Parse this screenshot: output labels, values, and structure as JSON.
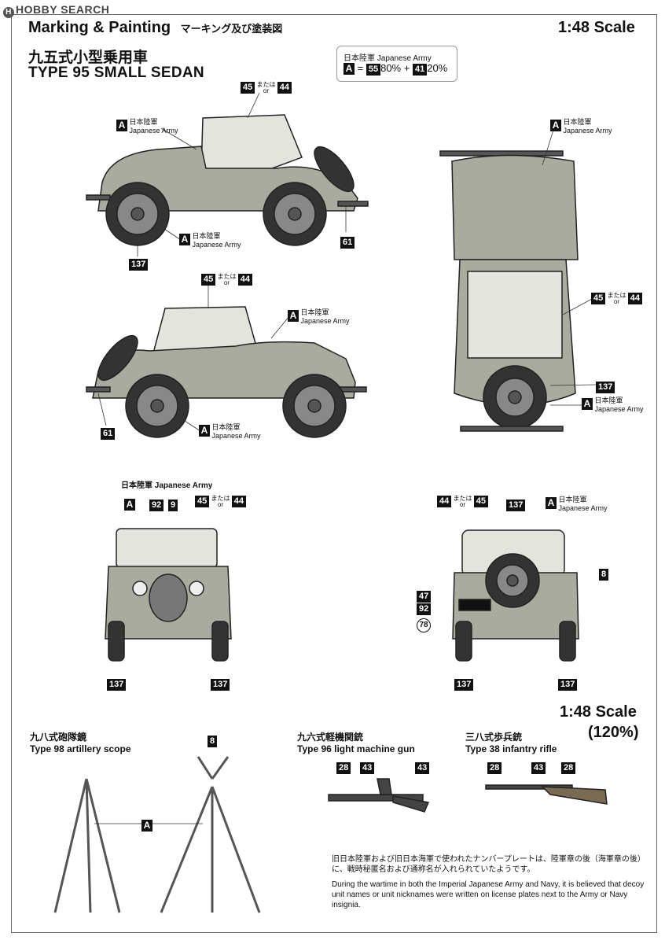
{
  "watermark": "HOBBY SEARCH",
  "header": {
    "title": "Marking & Painting",
    "title_jp": "マーキング及び塗装図",
    "scale": "1:48 Scale"
  },
  "vehicle": {
    "name_jp": "九五式小型乗用車",
    "name_en": "TYPE 95 SMALL SEDAN"
  },
  "legend": {
    "title": "日本陸軍 Japanese Army",
    "letter": "A",
    "eq": "=",
    "c1": "55",
    "p1": "80%",
    "plus": "+",
    "c2": "41",
    "p2": "20%"
  },
  "callouts": {
    "army_jp": "日本陸軍",
    "army_en": "Japanese Army",
    "army_full": "日本陸軍 Japanese Army",
    "or_jp": "または",
    "or_en": "or",
    "A": "A"
  },
  "decal_numbers": {
    "n45": "45",
    "n44": "44",
    "n61": "61",
    "n137": "137",
    "n92": "92",
    "n9": "9",
    "n8": "8",
    "n47": "47",
    "n78": "78",
    "n28": "28",
    "n43": "43"
  },
  "weapons_section": {
    "scale": "1:48 Scale",
    "scale_pct": "(120%)",
    "scope_jp": "九八式砲隊鏡",
    "scope_en": "Type 98 artillery scope",
    "lmg_jp": "九六式軽機関銃",
    "lmg_en": "Type 96 light machine gun",
    "rifle_jp": "三八式歩兵銃",
    "rifle_en": "Type 38 infantry rifle"
  },
  "note": {
    "jp": "旧日本陸軍および旧日本海軍で使われたナンバープレートは、陸軍章の後（海軍章の後）に、戦時秘匿名および通称名が入れられていたようです。",
    "en": "During the wartime in both the Imperial Japanese Army and Navy, it is believed that decoy unit names or unit nicknames were written on license plates next to the Army or Navy insignia."
  },
  "colors": {
    "body": "#a9ab9e",
    "body_dark": "#6e7068",
    "canopy": "#e4e4de",
    "tire": "#333"
  }
}
